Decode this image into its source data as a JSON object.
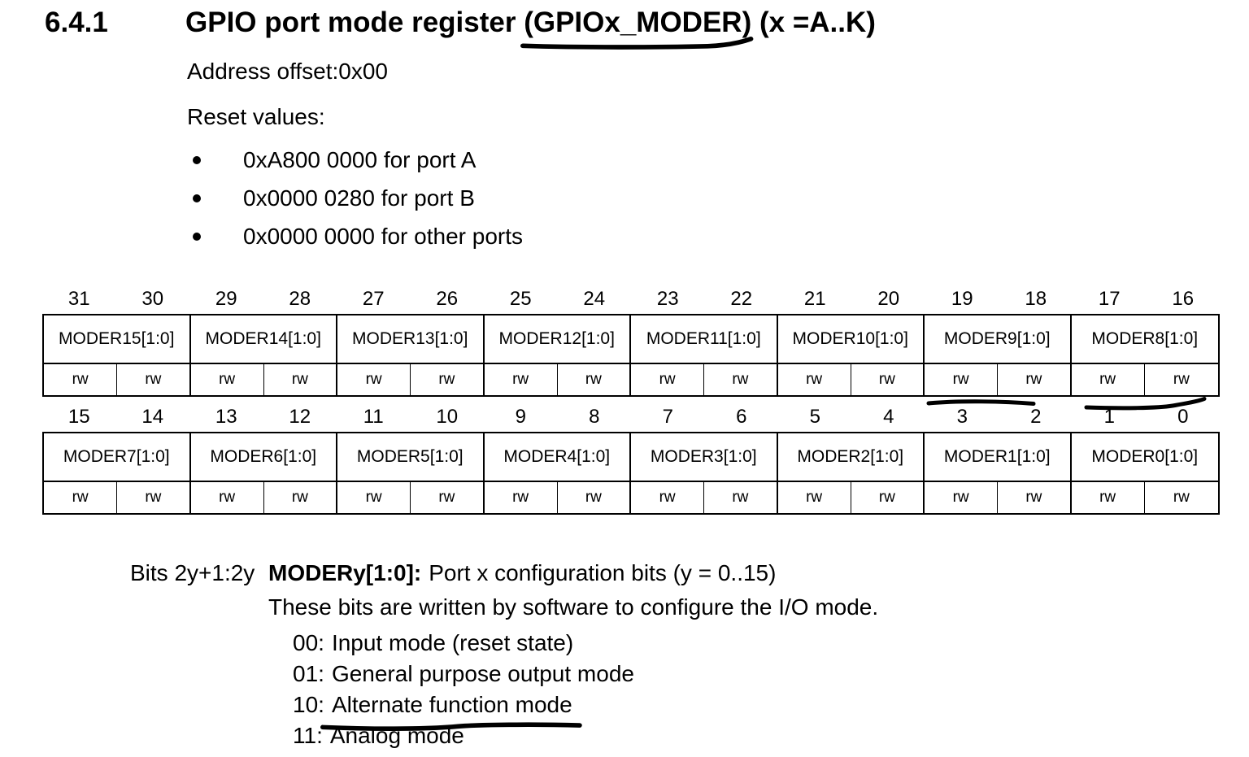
{
  "document": {
    "section_number": "6.4.1",
    "title": {
      "prefix": "GPIO port mode register ",
      "underlined_part": "(GPIOx_MODER",
      "suffix": ") (x =A..K)"
    },
    "address_offset": "Address offset:0x00",
    "reset_values_label": "Reset values:",
    "reset_values": [
      "0xA800 0000 for port A",
      "0x0000 0280 for port B",
      "0x0000 0000 for other ports"
    ]
  },
  "register_tables": [
    {
      "bit_numbers": [
        "31",
        "30",
        "29",
        "28",
        "27",
        "26",
        "25",
        "24",
        "23",
        "22",
        "21",
        "20",
        "19",
        "18",
        "17",
        "16"
      ],
      "fields": [
        "MODER15[1:0]",
        "MODER14[1:0]",
        "MODER13[1:0]",
        "MODER12[1:0]",
        "MODER11[1:0]",
        "MODER10[1:0]",
        "MODER9[1:0]",
        "MODER8[1:0]"
      ],
      "access": [
        "rw",
        "rw",
        "rw",
        "rw",
        "rw",
        "rw",
        "rw",
        "rw",
        "rw",
        "rw",
        "rw",
        "rw",
        "rw",
        "rw",
        "rw",
        "rw"
      ]
    },
    {
      "bit_numbers": [
        "15",
        "14",
        "13",
        "12",
        "11",
        "10",
        "9",
        "8",
        "7",
        "6",
        "5",
        "4",
        "3",
        "2",
        "1",
        "0"
      ],
      "fields": [
        "MODER7[1:0]",
        "MODER6[1:0]",
        "MODER5[1:0]",
        "MODER4[1:0]",
        "MODER3[1:0]",
        "MODER2[1:0]",
        "MODER1[1:0]",
        "MODER0[1:0]"
      ],
      "access": [
        "rw",
        "rw",
        "rw",
        "rw",
        "rw",
        "rw",
        "rw",
        "rw",
        "rw",
        "rw",
        "rw",
        "rw",
        "rw",
        "rw",
        "rw",
        "rw"
      ]
    }
  ],
  "description": {
    "bits_label": "Bits 2y+1:2y",
    "field_name": "MODERy[1:0]:",
    "field_desc": "Port x configuration bits (y = 0..15)",
    "behavior": "These bits are written by software to configure the I/O mode.",
    "options": [
      {
        "value": "00:",
        "text": "Input mode (reset state)",
        "underlined": false
      },
      {
        "value": "01:",
        "text": "General purpose output mode",
        "underlined": false
      },
      {
        "value": "10:",
        "text": "Alternate function mode",
        "underlined": true
      },
      {
        "value": "11:",
        "text": "Analog mode",
        "underlined": false
      }
    ]
  },
  "annotations": {
    "ink_color": "#000000",
    "marks": [
      "underline-title-GPIOx_MODER",
      "underline-rw-bits-19-18",
      "underline-rw-bits-17-16",
      "underline-alternate-function-mode"
    ]
  }
}
